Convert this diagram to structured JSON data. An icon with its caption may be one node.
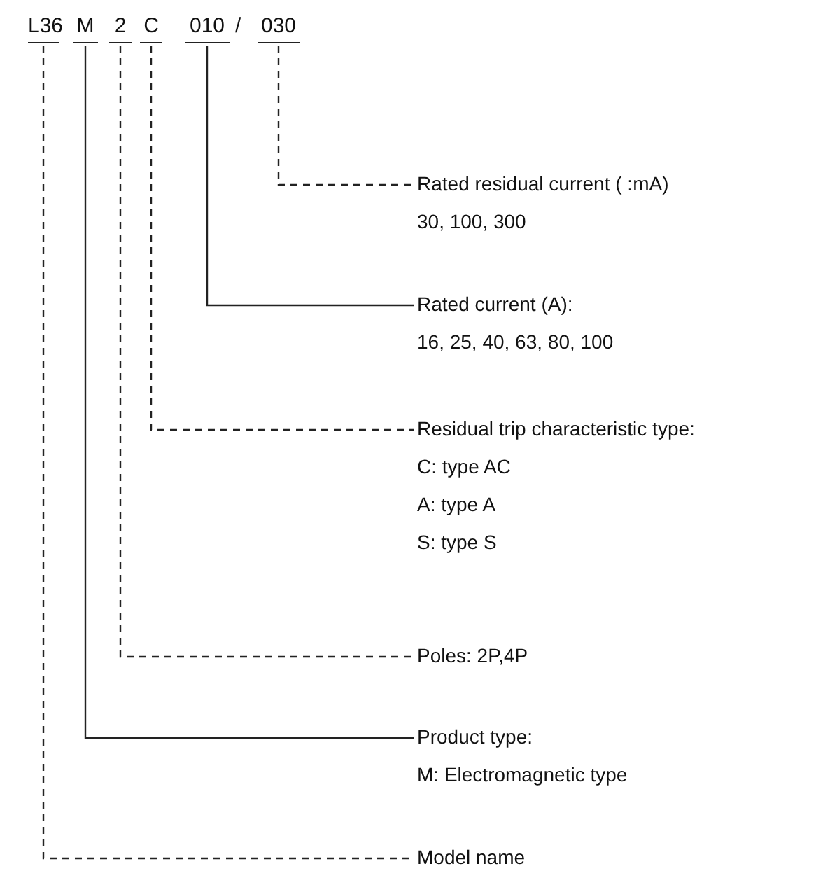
{
  "diagram": {
    "nodes": [
      {
        "text": [
          "L36"
        ]
      },
      {
        "text": [
          "M"
        ]
      },
      {
        "text": [
          "2"
        ]
      },
      {
        "text": [
          "C"
        ]
      },
      {
        "text": [
          "010"
        ]
      },
      {
        "text": [
          "030"
        ]
      },
      {
        "text": [
          "Rated residual current ( :mA)",
          "30, 100, 300"
        ]
      },
      {
        "text": [
          "Rated current (A):",
          "16, 25, 40, 63, 80, 100"
        ]
      },
      {
        "text": [
          "Residual trip characteristic type:",
          "C: type AC",
          "A: type A",
          "S: type S"
        ]
      },
      {
        "text": [
          "Poles: 2P,4P"
        ]
      },
      {
        "text": [
          "Product type:",
          "M: Electromagnetic type"
        ]
      },
      {
        "text": [
          "Model name"
        ]
      }
    ],
    "edges": [
      {
        "from": 5,
        "to": 6,
        "arrow": "none",
        "style": "dashed"
      },
      {
        "from": 4,
        "to": 7,
        "arrow": "none"
      },
      {
        "from": 3,
        "to": 8,
        "arrow": "none",
        "style": "dashed"
      },
      {
        "from": 2,
        "to": 9,
        "arrow": "none",
        "style": "dashed"
      },
      {
        "from": 1,
        "to": 10,
        "arrow": "none"
      },
      {
        "from": 0,
        "to": 11,
        "arrow": "none",
        "style": "dashed"
      }
    ],
    "labels": [
      "/"
    ]
  }
}
